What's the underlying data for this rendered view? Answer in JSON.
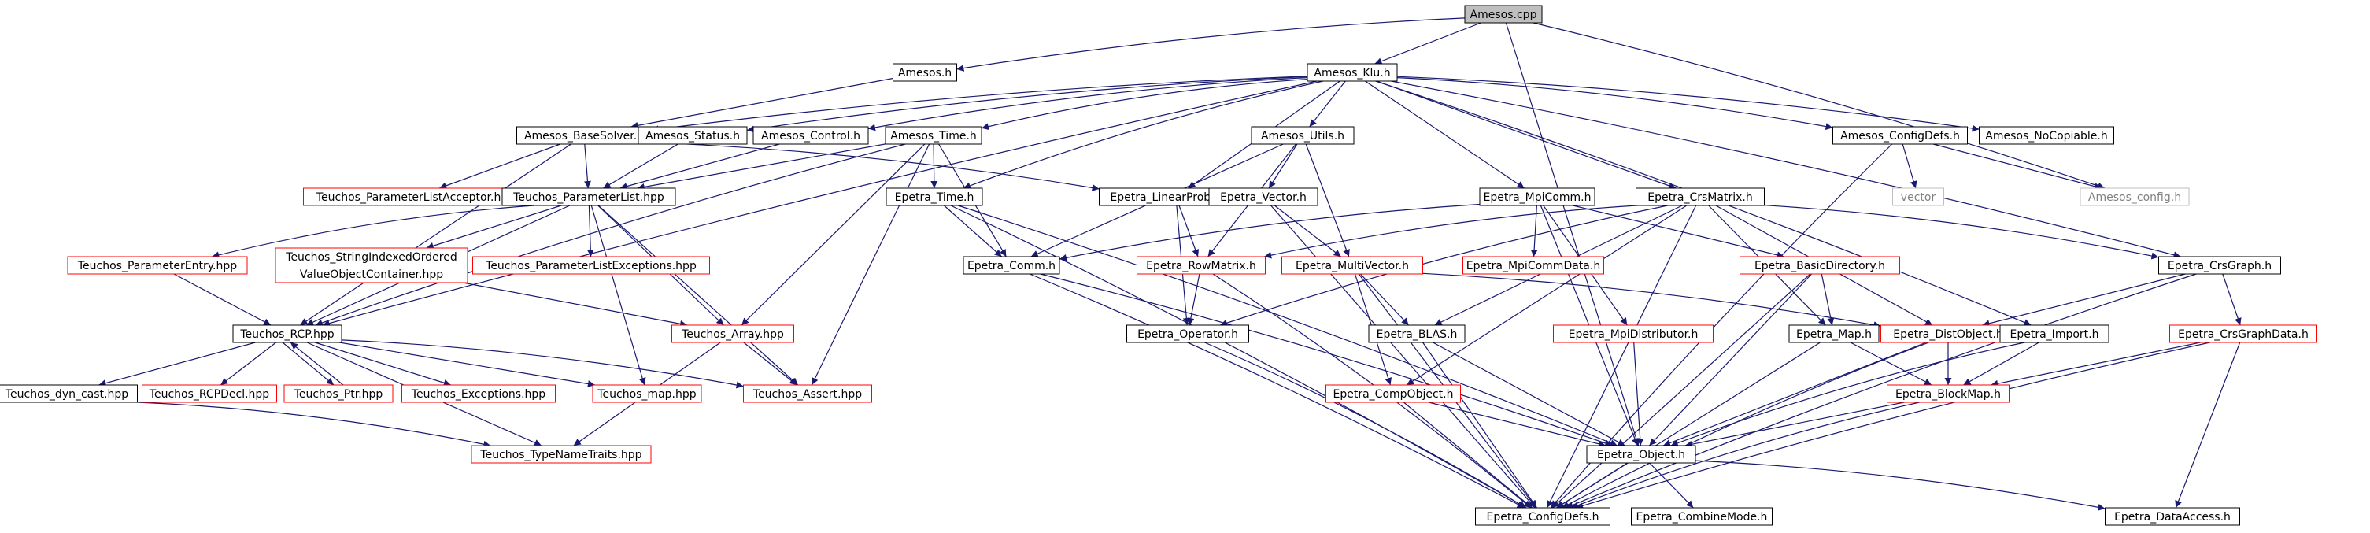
{
  "colors": {
    "edge": "#191970",
    "border_ok": "#000000",
    "border_missing": "#ff0000",
    "border_system": "#bfbfbf",
    "root_fill": "#bfbfbf",
    "text": "#000000",
    "system_text": "#808080"
  },
  "nodes": [
    {
      "id": "amesos_cpp",
      "label": "Amesos.cpp",
      "style": "root"
    },
    {
      "id": "amesos_h",
      "label": "Amesos.h",
      "style": "ok"
    },
    {
      "id": "amesos_klu_h",
      "label": "Amesos_Klu.h",
      "style": "ok"
    },
    {
      "id": "amesos_basesolver_h",
      "label": "Amesos_BaseSolver.h",
      "style": "ok"
    },
    {
      "id": "amesos_status_h",
      "label": "Amesos_Status.h",
      "style": "ok"
    },
    {
      "id": "amesos_control_h",
      "label": "Amesos_Control.h",
      "style": "ok"
    },
    {
      "id": "amesos_time_h",
      "label": "Amesos_Time.h",
      "style": "ok"
    },
    {
      "id": "amesos_utils_h",
      "label": "Amesos_Utils.h",
      "style": "ok"
    },
    {
      "id": "amesos_configdefs_h",
      "label": "Amesos_ConfigDefs.h",
      "style": "ok"
    },
    {
      "id": "amesos_nocopiable_h",
      "label": "Amesos_NoCopiable.h",
      "style": "ok"
    },
    {
      "id": "vector",
      "label": "vector",
      "style": "system"
    },
    {
      "id": "amesos_config_h",
      "label": "Amesos_config.h",
      "style": "system"
    },
    {
      "id": "teuchos_parameterlistacceptor",
      "label": "Teuchos_ParameterListAcceptor.hpp",
      "style": "missing"
    },
    {
      "id": "teuchos_parameterlist",
      "label": "Teuchos_ParameterList.hpp",
      "style": "ok"
    },
    {
      "id": "epetra_linearproblem_h",
      "label": "Epetra_LinearProblem.h",
      "style": "ok"
    },
    {
      "id": "epetra_time_h",
      "label": "Epetra_Time.h",
      "style": "ok"
    },
    {
      "id": "epetra_vector_h",
      "label": "Epetra_Vector.h",
      "style": "ok"
    },
    {
      "id": "epetra_mpicomm_h",
      "label": "Epetra_MpiComm.h",
      "style": "ok"
    },
    {
      "id": "epetra_crsmatrix_h",
      "label": "Epetra_CrsMatrix.h",
      "style": "ok"
    },
    {
      "id": "teuchos_parameterentry",
      "label": "Teuchos_ParameterEntry.hpp",
      "style": "missing"
    },
    {
      "id": "teuchos_stringindexed",
      "label": "Teuchos_StringIndexedOrdered ValueObjectContainer.hpp",
      "lines": [
        "Teuchos_StringIndexedOrdered",
        "ValueObjectContainer.hpp"
      ],
      "style": "missing"
    },
    {
      "id": "teuchos_parameterlistexceptions",
      "label": "Teuchos_ParameterListExceptions.hpp",
      "style": "missing"
    },
    {
      "id": "epetra_comm_h",
      "label": "Epetra_Comm.h",
      "style": "ok"
    },
    {
      "id": "epetra_rowmatrix_h",
      "label": "Epetra_RowMatrix.h",
      "style": "missing"
    },
    {
      "id": "epetra_multivector_h",
      "label": "Epetra_MultiVector.h",
      "style": "missing"
    },
    {
      "id": "epetra_mpicommdata_h",
      "label": "Epetra_MpiCommData.h",
      "style": "missing"
    },
    {
      "id": "epetra_basicdirectory_h",
      "label": "Epetra_BasicDirectory.h",
      "style": "missing"
    },
    {
      "id": "epetra_crsgraph_h",
      "label": "Epetra_CrsGraph.h",
      "style": "ok"
    },
    {
      "id": "teuchos_rcp_hpp",
      "label": "Teuchos_RCP.hpp",
      "style": "ok"
    },
    {
      "id": "teuchos_array_hpp",
      "label": "Teuchos_Array.hpp",
      "style": "missing"
    },
    {
      "id": "epetra_operator_h",
      "label": "Epetra_Operator.h",
      "style": "ok"
    },
    {
      "id": "epetra_blas_h",
      "label": "Epetra_BLAS.h",
      "style": "ok"
    },
    {
      "id": "epetra_mpidistributor_h",
      "label": "Epetra_MpiDistributor.h",
      "style": "missing"
    },
    {
      "id": "epetra_map_h",
      "label": "Epetra_Map.h",
      "style": "ok"
    },
    {
      "id": "epetra_distobject_h",
      "label": "Epetra_DistObject.h",
      "style": "missing"
    },
    {
      "id": "epetra_import_h",
      "label": "Epetra_Import.h",
      "style": "ok"
    },
    {
      "id": "epetra_crsgraphdata_h",
      "label": "Epetra_CrsGraphData.h",
      "style": "missing"
    },
    {
      "id": "teuchos_dyn_cast",
      "label": "Teuchos_dyn_cast.hpp",
      "style": "ok"
    },
    {
      "id": "teuchos_rcpdecl",
      "label": "Teuchos_RCPDecl.hpp",
      "style": "missing"
    },
    {
      "id": "teuchos_ptr",
      "label": "Teuchos_Ptr.hpp",
      "style": "missing"
    },
    {
      "id": "teuchos_exceptions",
      "label": "Teuchos_Exceptions.hpp",
      "style": "missing"
    },
    {
      "id": "teuchos_map",
      "label": "Teuchos_map.hpp",
      "style": "missing"
    },
    {
      "id": "teuchos_assert",
      "label": "Teuchos_Assert.hpp",
      "style": "missing"
    },
    {
      "id": "epetra_compobject_h",
      "label": "Epetra_CompObject.h",
      "style": "missing"
    },
    {
      "id": "epetra_blockmap_h",
      "label": "Epetra_BlockMap.h",
      "style": "missing"
    },
    {
      "id": "teuchos_typenametraits",
      "label": "Teuchos_TypeNameTraits.hpp",
      "style": "missing"
    },
    {
      "id": "epetra_object_h",
      "label": "Epetra_Object.h",
      "style": "ok"
    },
    {
      "id": "epetra_configdefs_h",
      "label": "Epetra_ConfigDefs.h",
      "style": "ok"
    },
    {
      "id": "epetra_combinemode_h",
      "label": "Epetra_CombineMode.h",
      "style": "ok"
    },
    {
      "id": "epetra_dataaccess_h",
      "label": "Epetra_DataAccess.h",
      "style": "ok"
    }
  ],
  "edges": [
    [
      "amesos_cpp",
      "amesos_h"
    ],
    [
      "amesos_cpp",
      "amesos_klu_h"
    ],
    [
      "amesos_cpp",
      "amesos_config_h"
    ],
    [
      "amesos_cpp",
      "epetra_object_h"
    ],
    [
      "amesos_h",
      "amesos_basesolver_h"
    ],
    [
      "amesos_klu_h",
      "amesos_basesolver_h"
    ],
    [
      "amesos_klu_h",
      "amesos_status_h"
    ],
    [
      "amesos_klu_h",
      "amesos_control_h"
    ],
    [
      "amesos_klu_h",
      "amesos_time_h"
    ],
    [
      "amesos_klu_h",
      "amesos_utils_h"
    ],
    [
      "amesos_klu_h",
      "amesos_configdefs_h"
    ],
    [
      "amesos_klu_h",
      "amesos_nocopiable_h"
    ],
    [
      "amesos_klu_h",
      "epetra_linearproblem_h"
    ],
    [
      "amesos_klu_h",
      "epetra_time_h"
    ],
    [
      "amesos_klu_h",
      "epetra_mpicomm_h"
    ],
    [
      "amesos_klu_h",
      "epetra_crsmatrix_h"
    ],
    [
      "amesos_klu_h",
      "epetra_crsgraph_h"
    ],
    [
      "amesos_klu_h",
      "epetra_import_h"
    ],
    [
      "amesos_klu_h",
      "teuchos_rcp_hpp"
    ],
    [
      "amesos_basesolver_h",
      "teuchos_parameterlistacceptor"
    ],
    [
      "amesos_basesolver_h",
      "teuchos_parameterlist"
    ],
    [
      "amesos_basesolver_h",
      "teuchos_rcp_hpp"
    ],
    [
      "amesos_basesolver_h",
      "epetra_linearproblem_h"
    ],
    [
      "amesos_status_h",
      "teuchos_parameterlist"
    ],
    [
      "amesos_control_h",
      "teuchos_parameterlist"
    ],
    [
      "amesos_time_h",
      "teuchos_parameterlist"
    ],
    [
      "amesos_time_h",
      "epetra_time_h"
    ],
    [
      "amesos_time_h",
      "epetra_comm_h"
    ],
    [
      "amesos_time_h",
      "teuchos_rcp_hpp"
    ],
    [
      "amesos_time_h",
      "teuchos_array_hpp"
    ],
    [
      "amesos_time_h",
      "teuchos_assert"
    ],
    [
      "amesos_utils_h",
      "epetra_vector_h"
    ],
    [
      "amesos_utils_h",
      "epetra_multivector_h"
    ],
    [
      "amesos_utils_h",
      "epetra_rowmatrix_h"
    ],
    [
      "amesos_utils_h",
      "epetra_comm_h"
    ],
    [
      "amesos_configdefs_h",
      "vector"
    ],
    [
      "amesos_configdefs_h",
      "amesos_config_h"
    ],
    [
      "amesos_configdefs_h",
      "epetra_configdefs_h"
    ],
    [
      "teuchos_parameterlist",
      "teuchos_parameterentry"
    ],
    [
      "teuchos_parameterlist",
      "teuchos_stringindexed"
    ],
    [
      "teuchos_parameterlist",
      "teuchos_parameterlistexceptions"
    ],
    [
      "teuchos_parameterlist",
      "teuchos_rcp_hpp"
    ],
    [
      "teuchos_parameterlist",
      "teuchos_array_hpp"
    ],
    [
      "teuchos_parameterlist",
      "teuchos_map"
    ],
    [
      "teuchos_parameterlist",
      "teuchos_assert"
    ],
    [
      "epetra_linearproblem_h",
      "epetra_rowmatrix_h"
    ],
    [
      "epetra_linearproblem_h",
      "epetra_operator_h"
    ],
    [
      "epetra_time_h",
      "epetra_comm_h"
    ],
    [
      "epetra_time_h",
      "epetra_object_h"
    ],
    [
      "epetra_time_h",
      "epetra_configdefs_h"
    ],
    [
      "epetra_vector_h",
      "epetra_multivector_h"
    ],
    [
      "epetra_vector_h",
      "epetra_configdefs_h"
    ],
    [
      "epetra_mpicomm_h",
      "epetra_comm_h"
    ],
    [
      "epetra_mpicomm_h",
      "epetra_mpicommdata_h"
    ],
    [
      "epetra_mpicomm_h",
      "epetra_mpidistributor_h"
    ],
    [
      "epetra_mpicomm_h",
      "epetra_basicdirectory_h"
    ],
    [
      "epetra_mpicomm_h",
      "epetra_object_h"
    ],
    [
      "epetra_crsmatrix_h",
      "epetra_rowmatrix_h"
    ],
    [
      "epetra_crsmatrix_h",
      "epetra_crsgraph_h"
    ],
    [
      "epetra_crsmatrix_h",
      "epetra_distobject_h"
    ],
    [
      "epetra_crsmatrix_h",
      "epetra_map_h"
    ],
    [
      "epetra_crsmatrix_h",
      "epetra_blas_h"
    ],
    [
      "epetra_crsmatrix_h",
      "epetra_compobject_h"
    ],
    [
      "epetra_crsmatrix_h",
      "epetra_operator_h"
    ],
    [
      "epetra_crsmatrix_h",
      "epetra_configdefs_h"
    ],
    [
      "teuchos_parameterentry",
      "teuchos_rcp_hpp"
    ],
    [
      "teuchos_stringindexed",
      "teuchos_array_hpp"
    ],
    [
      "epetra_comm_h",
      "epetra_object_h"
    ],
    [
      "epetra_comm_h",
      "epetra_configdefs_h"
    ],
    [
      "epetra_rowmatrix_h",
      "epetra_operator_h"
    ],
    [
      "epetra_rowmatrix_h",
      "epetra_configdefs_h"
    ],
    [
      "epetra_multivector_h",
      "epetra_distobject_h"
    ],
    [
      "epetra_multivector_h",
      "epetra_blas_h"
    ],
    [
      "epetra_multivector_h",
      "epetra_compobject_h"
    ],
    [
      "epetra_multivector_h",
      "epetra_configdefs_h"
    ],
    [
      "epetra_basicdirectory_h",
      "epetra_map_h"
    ],
    [
      "epetra_basicdirectory_h",
      "epetra_object_h"
    ],
    [
      "epetra_basicdirectory_h",
      "epetra_configdefs_h"
    ],
    [
      "epetra_crsgraph_h",
      "epetra_distobject_h"
    ],
    [
      "epetra_crsgraph_h",
      "epetra_crsgraphdata_h"
    ],
    [
      "epetra_crsgraph_h",
      "epetra_configdefs_h"
    ],
    [
      "teuchos_rcp_hpp",
      "teuchos_dyn_cast"
    ],
    [
      "teuchos_rcp_hpp",
      "teuchos_rcpdecl"
    ],
    [
      "teuchos_rcp_hpp",
      "teuchos_ptr"
    ],
    [
      "teuchos_rcp_hpp",
      "teuchos_exceptions"
    ],
    [
      "teuchos_rcp_hpp",
      "teuchos_map"
    ],
    [
      "teuchos_rcp_hpp",
      "teuchos_assert"
    ],
    [
      "teuchos_rcp_hpp",
      "teuchos_typenametraits"
    ],
    [
      "teuchos_ptr",
      "teuchos_rcp_hpp"
    ],
    [
      "teuchos_dyn_cast",
      "teuchos_typenametraits"
    ],
    [
      "teuchos_array_hpp",
      "teuchos_assert"
    ],
    [
      "teuchos_array_hpp",
      "teuchos_typenametraits"
    ],
    [
      "epetra_operator_h",
      "epetra_configdefs_h"
    ],
    [
      "epetra_blas_h",
      "epetra_object_h"
    ],
    [
      "epetra_blas_h",
      "epetra_configdefs_h"
    ],
    [
      "epetra_mpidistributor_h",
      "epetra_object_h"
    ],
    [
      "epetra_map_h",
      "epetra_blockmap_h"
    ],
    [
      "epetra_map_h",
      "epetra_configdefs_h"
    ],
    [
      "epetra_distobject_h",
      "epetra_blockmap_h"
    ],
    [
      "epetra_distobject_h",
      "epetra_object_h"
    ],
    [
      "epetra_distobject_h",
      "epetra_configdefs_h"
    ],
    [
      "epetra_import_h",
      "epetra_blockmap_h"
    ],
    [
      "epetra_import_h",
      "epetra_object_h"
    ],
    [
      "epetra_crsgraphdata_h",
      "epetra_blockmap_h"
    ],
    [
      "epetra_crsgraphdata_h",
      "epetra_dataaccess_h"
    ],
    [
      "epetra_crsgraphdata_h",
      "epetra_configdefs_h"
    ],
    [
      "epetra_compobject_h",
      "epetra_object_h"
    ],
    [
      "epetra_compobject_h",
      "epetra_configdefs_h"
    ],
    [
      "epetra_blockmap_h",
      "epetra_object_h"
    ],
    [
      "epetra_blockmap_h",
      "epetra_configdefs_h"
    ],
    [
      "epetra_object_h",
      "epetra_configdefs_h"
    ],
    [
      "epetra_object_h",
      "epetra_combinemode_h"
    ],
    [
      "epetra_object_h",
      "epetra_dataaccess_h"
    ]
  ]
}
